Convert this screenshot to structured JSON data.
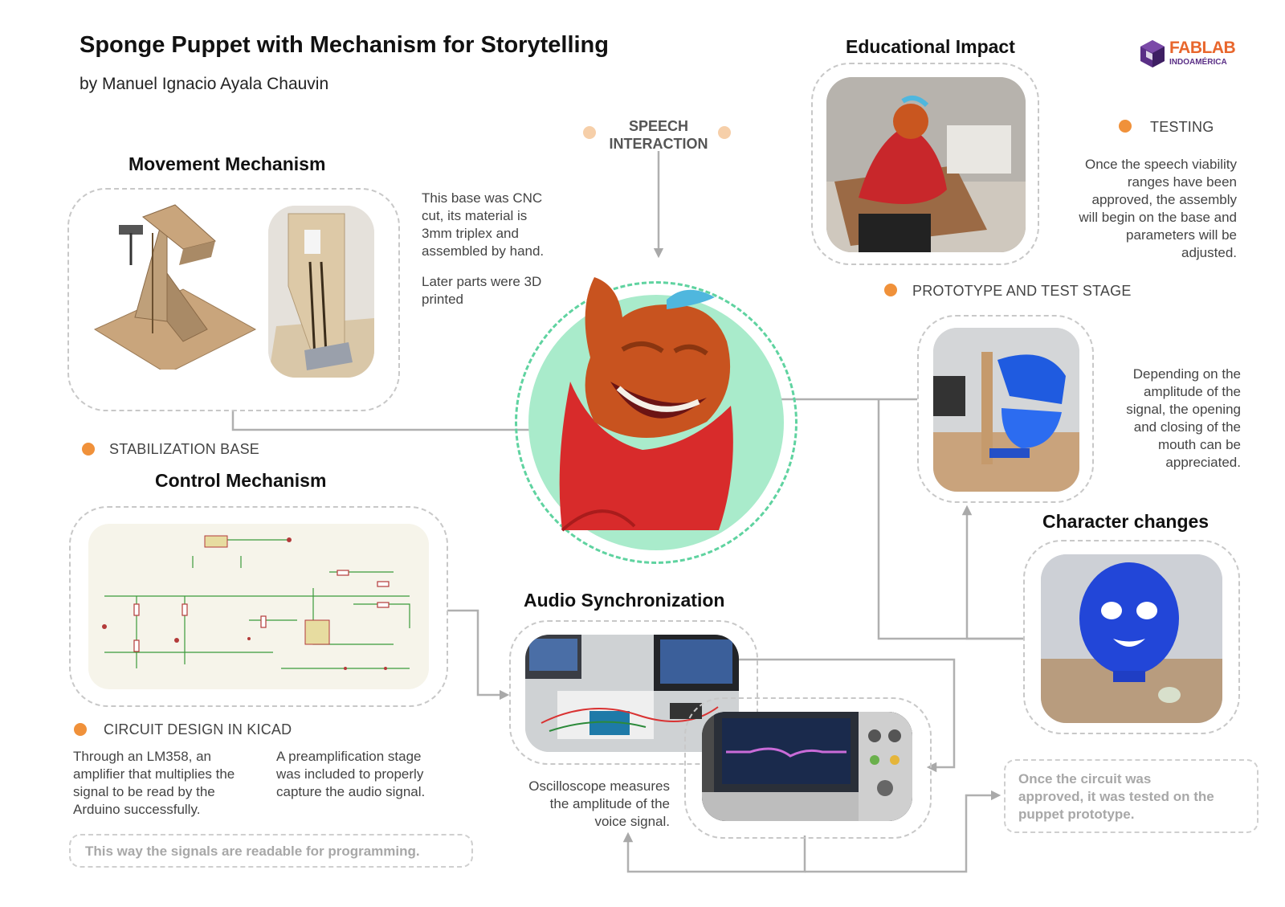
{
  "title": "Sponge Puppet with Mechanism for Storytelling",
  "author": "by Manuel Ignacio Ayala Chauvin",
  "logo": {
    "main": "FABLAB",
    "sub": "INDOAMÉRICA",
    "accent": "#e8662c",
    "cube": "#5a2f86"
  },
  "speech": {
    "line1": "SPEECH",
    "line2": "INTERACTION"
  },
  "movement": {
    "heading": "Movement Mechanism",
    "desc1": [
      "This base was CNC",
      "cut, its material is",
      "3mm triplex and",
      "assembled by hand."
    ],
    "desc2": [
      "Later parts were 3D",
      "printed"
    ],
    "step": "STABILIZATION BASE"
  },
  "control": {
    "heading": "Control Mechanism",
    "step": "CIRCUIT DESIGN IN KICAD",
    "desc1": [
      "Through an LM358, an",
      "amplifier that multiplies the",
      "signal to be read by the",
      "Arduino successfully."
    ],
    "desc2": [
      "A preamplification stage",
      "was included to properly",
      "capture the audio signal."
    ],
    "note": "This way the signals are readable for programming."
  },
  "audio": {
    "heading": "Audio Synchronization",
    "desc": [
      "Oscilloscope measures",
      "the amplitude of the",
      "voice signal."
    ]
  },
  "educational": {
    "heading": "Educational Impact",
    "testing_label": "TESTING",
    "testing_desc": [
      "Once the speech viability",
      "ranges have been",
      "approved, the assembly",
      "will begin on the base and",
      "parameters will be",
      "adjusted."
    ]
  },
  "prototype": {
    "step": "PROTOTYPE AND TEST STAGE",
    "desc": [
      "Depending on the",
      "amplitude of the",
      "signal, the opening",
      "and closing of the",
      "mouth can be",
      "appreciated."
    ]
  },
  "character": {
    "heading": "Character changes",
    "note": [
      "Once the circuit was",
      "approved, it was tested on the",
      "puppet prototype."
    ]
  },
  "colors": {
    "accent_dot": "#f0913a",
    "light_dot": "#f6cfa9",
    "circle": "#a9ebcb",
    "circle_dash": "#5fd3a0",
    "connector": "#a9a9a9"
  }
}
